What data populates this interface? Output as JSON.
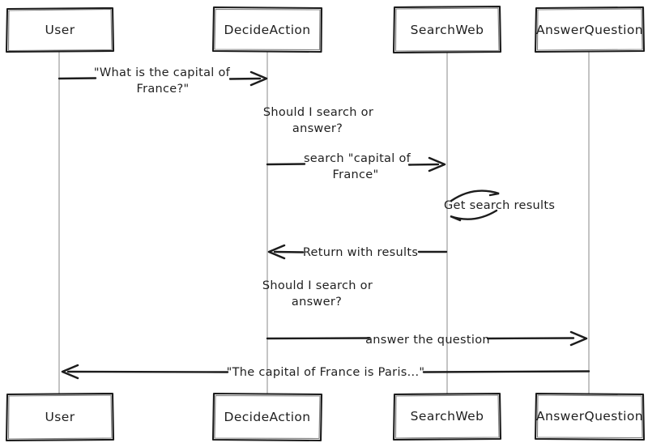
{
  "diagram": {
    "type": "sequence-diagram",
    "actors": [
      {
        "id": "user",
        "label": "User"
      },
      {
        "id": "decide_action",
        "label": "DecideAction"
      },
      {
        "id": "search_web",
        "label": "SearchWeb"
      },
      {
        "id": "answer_question",
        "label": "AnswerQuestion"
      }
    ],
    "messages": {
      "ask": {
        "from": "User",
        "to": "DecideAction",
        "line1": "\"What is the capital of",
        "line2": "France?\""
      },
      "note1": {
        "actor": "DecideAction",
        "line1": "Should I search or",
        "line2": "answer?"
      },
      "search": {
        "from": "DecideAction",
        "to": "SearchWeb",
        "line1": "search \"capital of",
        "line2": "France\""
      },
      "self_loop": {
        "actor": "SearchWeb",
        "label": "Get search results"
      },
      "return": {
        "from": "SearchWeb",
        "to": "DecideAction",
        "label": "Return with results"
      },
      "note2": {
        "actor": "DecideAction",
        "line1": "Should I search or",
        "line2": "answer?"
      },
      "answer": {
        "from": "DecideAction",
        "to": "AnswerQuestion",
        "label": "answer the question"
      },
      "reply": {
        "from": "AnswerQuestion",
        "to": "User",
        "label": "\"The capital of France is Paris...\""
      }
    },
    "colors": {
      "stroke": "#1c1c1c",
      "lifeline": "#9c9c9c",
      "text": "#1f1f1f",
      "background": "#ffffff"
    }
  }
}
